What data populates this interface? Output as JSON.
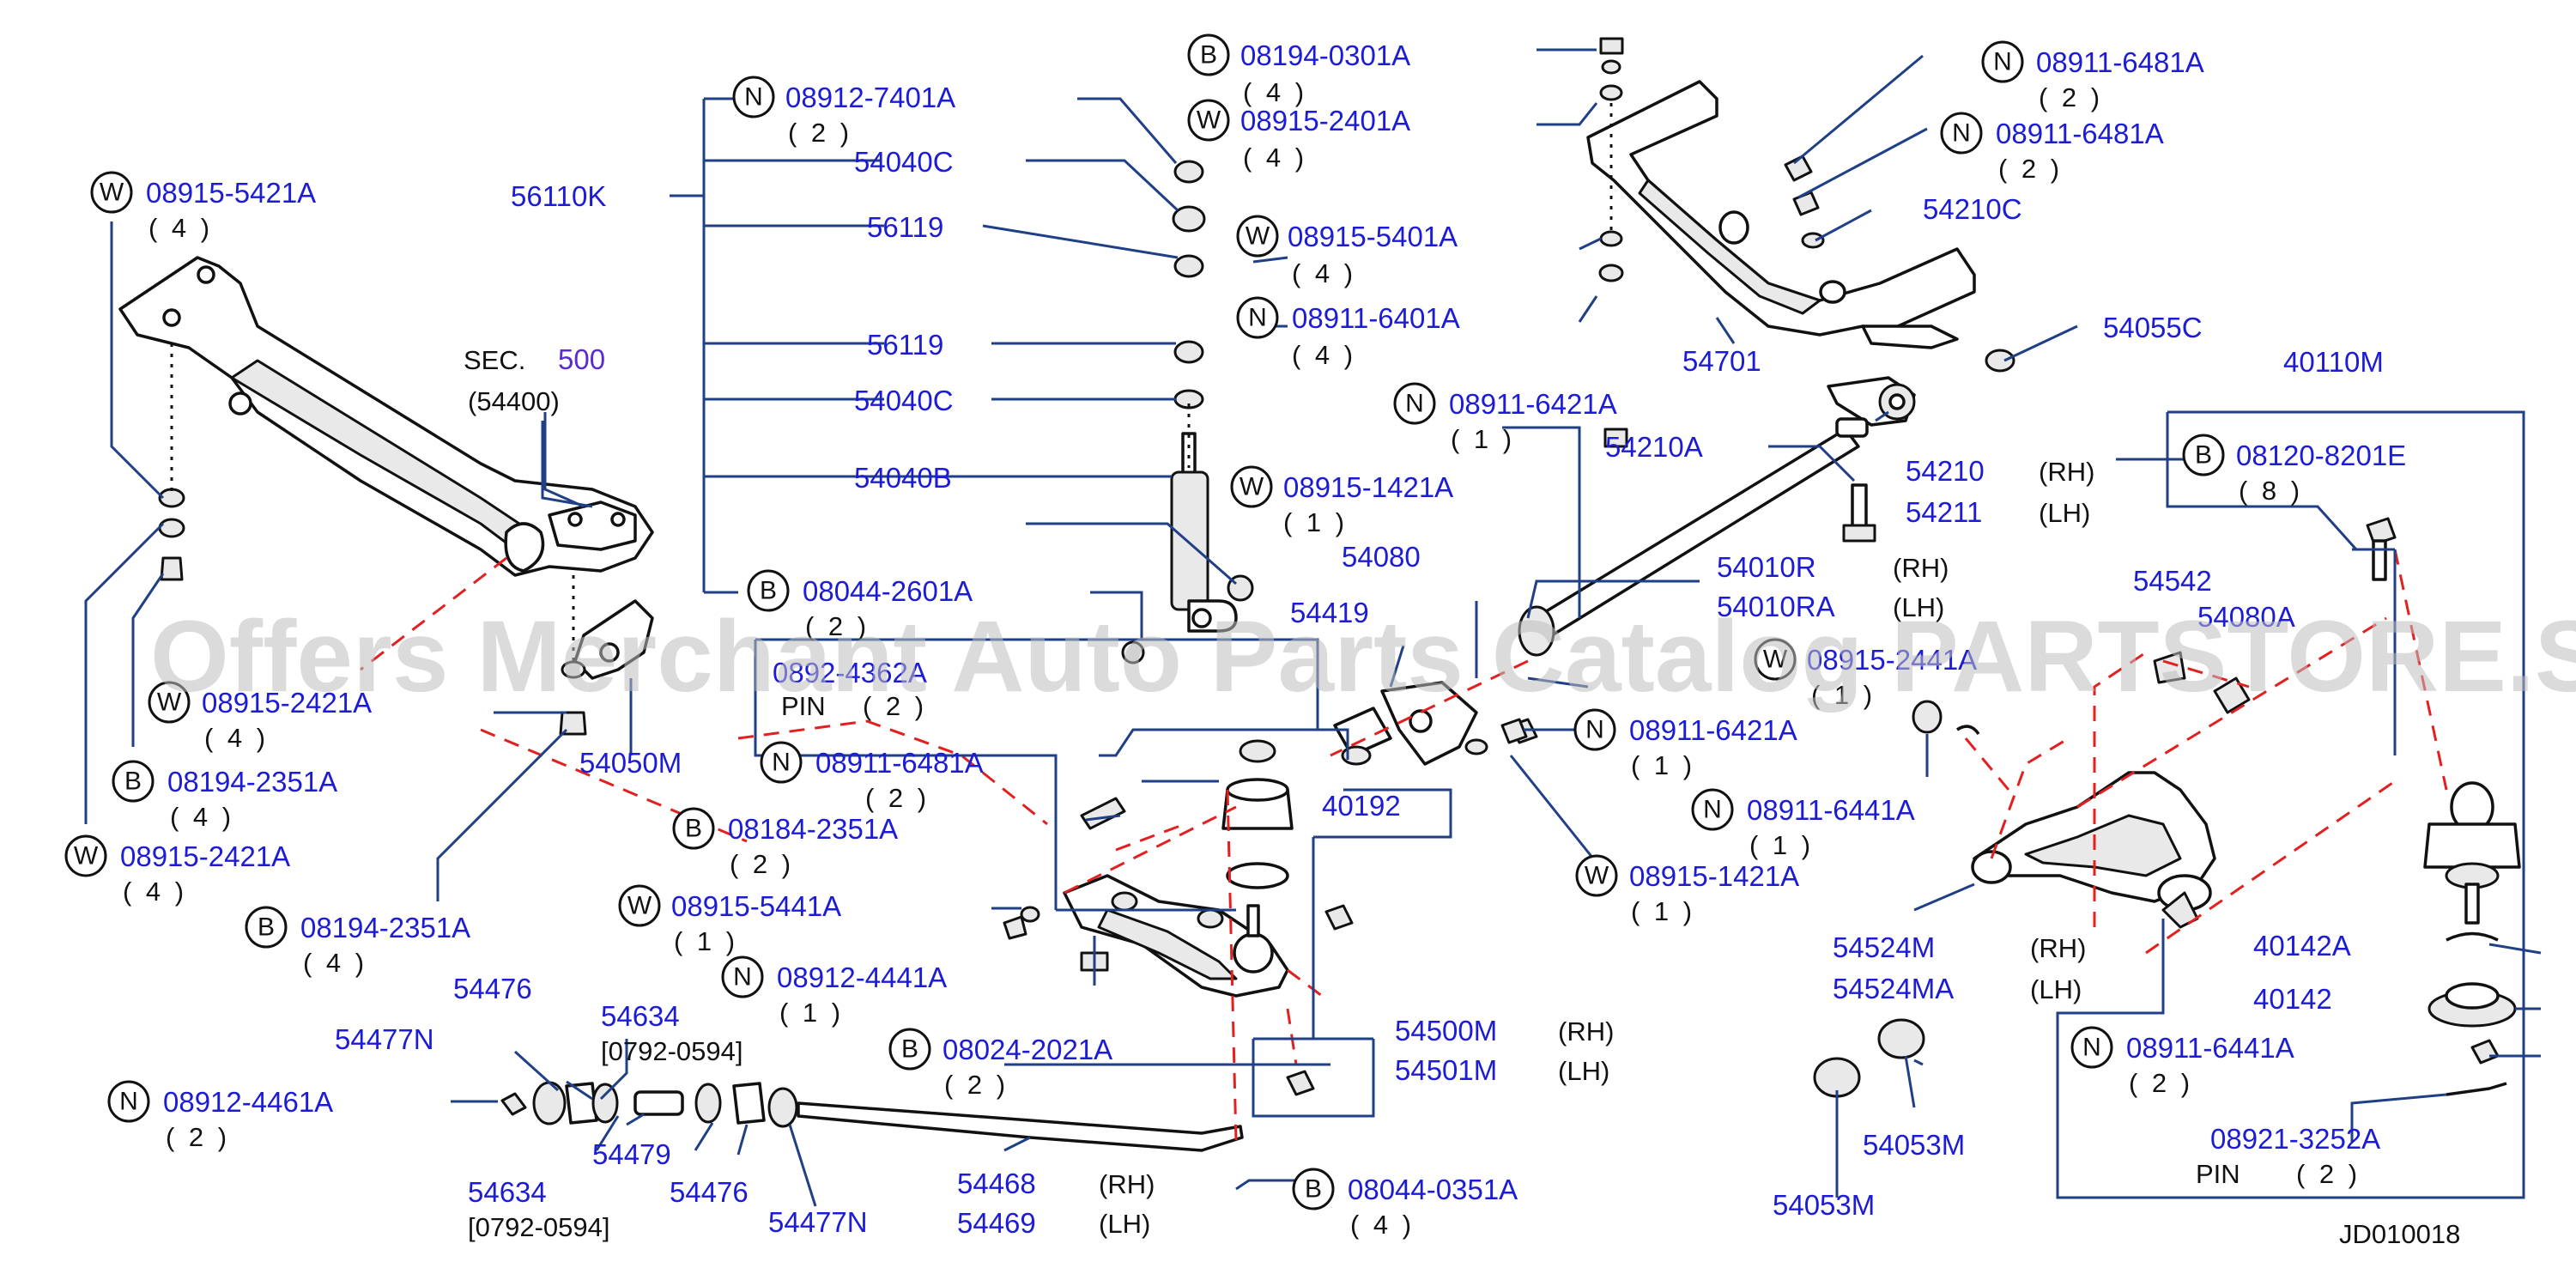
{
  "watermark": "Offers Merchant Auto Parts Catalog PARTSTORE.SA",
  "diagram_code": "JD010018",
  "sec": {
    "prefix": "SEC.",
    "number": "500",
    "sub": "(54400)"
  },
  "labels": {
    "b_08194_0301a": "08194-0301A",
    "q_b_08194_0301a": "( 4 )",
    "w_08915_2401a": "08915-2401A",
    "q_w_08915_2401a": "( 4 )",
    "w_08915_5401a": "08915-5401A",
    "q_w_08915_5401a": "( 4 )",
    "n_08911_6401a": "08911-6401A",
    "q_n_08911_6401a": "( 4 )",
    "n_08912_7401a": "08912-7401A",
    "q_n_08912_7401a": "( 2 )",
    "p_54040c_top": "54040C",
    "p_56119_top": "56119",
    "p_56110k": "56110K",
    "p_56119_bot": "56119",
    "p_54040c_bot": "54040C",
    "p_54040b": "54040B",
    "b_08044_2601a": "08044-2601A",
    "q_b_08044_2601a": "( 2 )",
    "w_08915_1421a_top": "08915-1421A",
    "q_w_08915_1421a_top": "( 1 )",
    "w_08915_5421a": "08915-5421A",
    "q_w_08915_5421a": "( 4 )",
    "w_08915_2421a_a": "08915-2421A",
    "q_w_08915_2421a_a": "( 4 )",
    "b_08194_2351a_a": "08194-2351A",
    "q_b_08194_2351a_a": "( 4 )",
    "w_08915_2421a_b": "08915-2421A",
    "q_w_08915_2421a_b": "( 4 )",
    "b_08194_2351a_b": "08194-2351A",
    "q_b_08194_2351a_b": "( 4 )",
    "p_54050m": "54050M",
    "pin_0892": "0892-4362A",
    "pin_word": "PIN",
    "q_pin_0892": "( 2 )",
    "n_08911_6481a_low": "08911-6481A",
    "q_n_08911_6481a_low": "( 2 )",
    "b_08184_2351a": "08184-2351A",
    "q_b_08184_2351a": "( 2 )",
    "p_40192": "40192",
    "w_08915_5441a": "08915-5441A",
    "q_w_08915_5441a": "( 1 )",
    "n_08912_4441a": "08912-4441A",
    "q_n_08912_4441a": "( 1 )",
    "b_08024_2021a": "08024-2021A",
    "q_b_08024_2021a": "( 2 )",
    "p_54500m": "54500M",
    "rh_54500m": "(RH)",
    "p_54501m": "54501M",
    "lh_54501m": "(LH)",
    "p_54476_a": "54476",
    "p_54477n_a": "54477N",
    "p_54634_a": "54634",
    "d_54634_a": "[0792-0594]",
    "n_08912_4461a": "08912-4461A",
    "q_n_08912_4461a": "( 2 )",
    "p_54479": "54479",
    "p_54634_b": "54634",
    "d_54634_b": "[0792-0594]",
    "p_54476_b": "54476",
    "p_54477n_b": "54477N",
    "p_54468": "54468",
    "rh_54468": "(RH)",
    "p_54469": "54469",
    "lh_54469": "(LH)",
    "b_08044_0351a": "08044-0351A",
    "q_b_08044_0351a": "( 4 )",
    "n_08911_6481a_1": "08911-6481A",
    "q_n_08911_6481a_1": "( 2 )",
    "n_08911_6481a_2": "08911-6481A",
    "q_n_08911_6481a_2": "( 2 )",
    "p_54210c": "54210C",
    "p_54701": "54701",
    "p_54055c": "54055C",
    "n_08911_6421a_top": "08911-6421A",
    "q_n_08911_6421a_top": "( 1 )",
    "p_54210a": "54210A",
    "p_54210": "54210",
    "rh_54210": "(RH)",
    "p_54211": "54211",
    "lh_54211": "(LH)",
    "p_54080": "54080",
    "p_54010r": "54010R",
    "rh_54010r": "(RH)",
    "p_54010ra": "54010RA",
    "lh_54010ra": "(LH)",
    "p_54419": "54419",
    "w_08915_2441a": "08915-2441A",
    "q_w_08915_2441a": "( 1 )",
    "n_08911_6421a_mid": "08911-6421A",
    "q_n_08911_6421a_mid": "( 1 )",
    "n_08911_6441a_mid": "08911-6441A",
    "q_n_08911_6441a_mid": "( 1 )",
    "w_08915_1421a_bot": "08915-1421A",
    "q_w_08915_1421a_bot": "( 1 )",
    "p_40110m": "40110M",
    "b_08120_8201e": "08120-8201E",
    "q_b_08120_8201e": "( 8 )",
    "p_54542": "54542",
    "p_54080a": "54080A",
    "p_54524m": "54524M",
    "rh_54524m": "(RH)",
    "p_54524ma": "54524MA",
    "lh_54524ma": "(LH)",
    "p_40142a": "40142A",
    "p_40142": "40142",
    "n_08911_6441a_box": "08911-6441A",
    "q_n_08911_6441a_box": "( 2 )",
    "p_54053m_a": "54053M",
    "p_54053m_b": "54053M",
    "pin_08921": "08921-3252A",
    "pin_word_2": "PIN",
    "q_pin_08921": "( 2 )"
  },
  "badges": {
    "B": "B",
    "W": "W",
    "N": "N"
  }
}
